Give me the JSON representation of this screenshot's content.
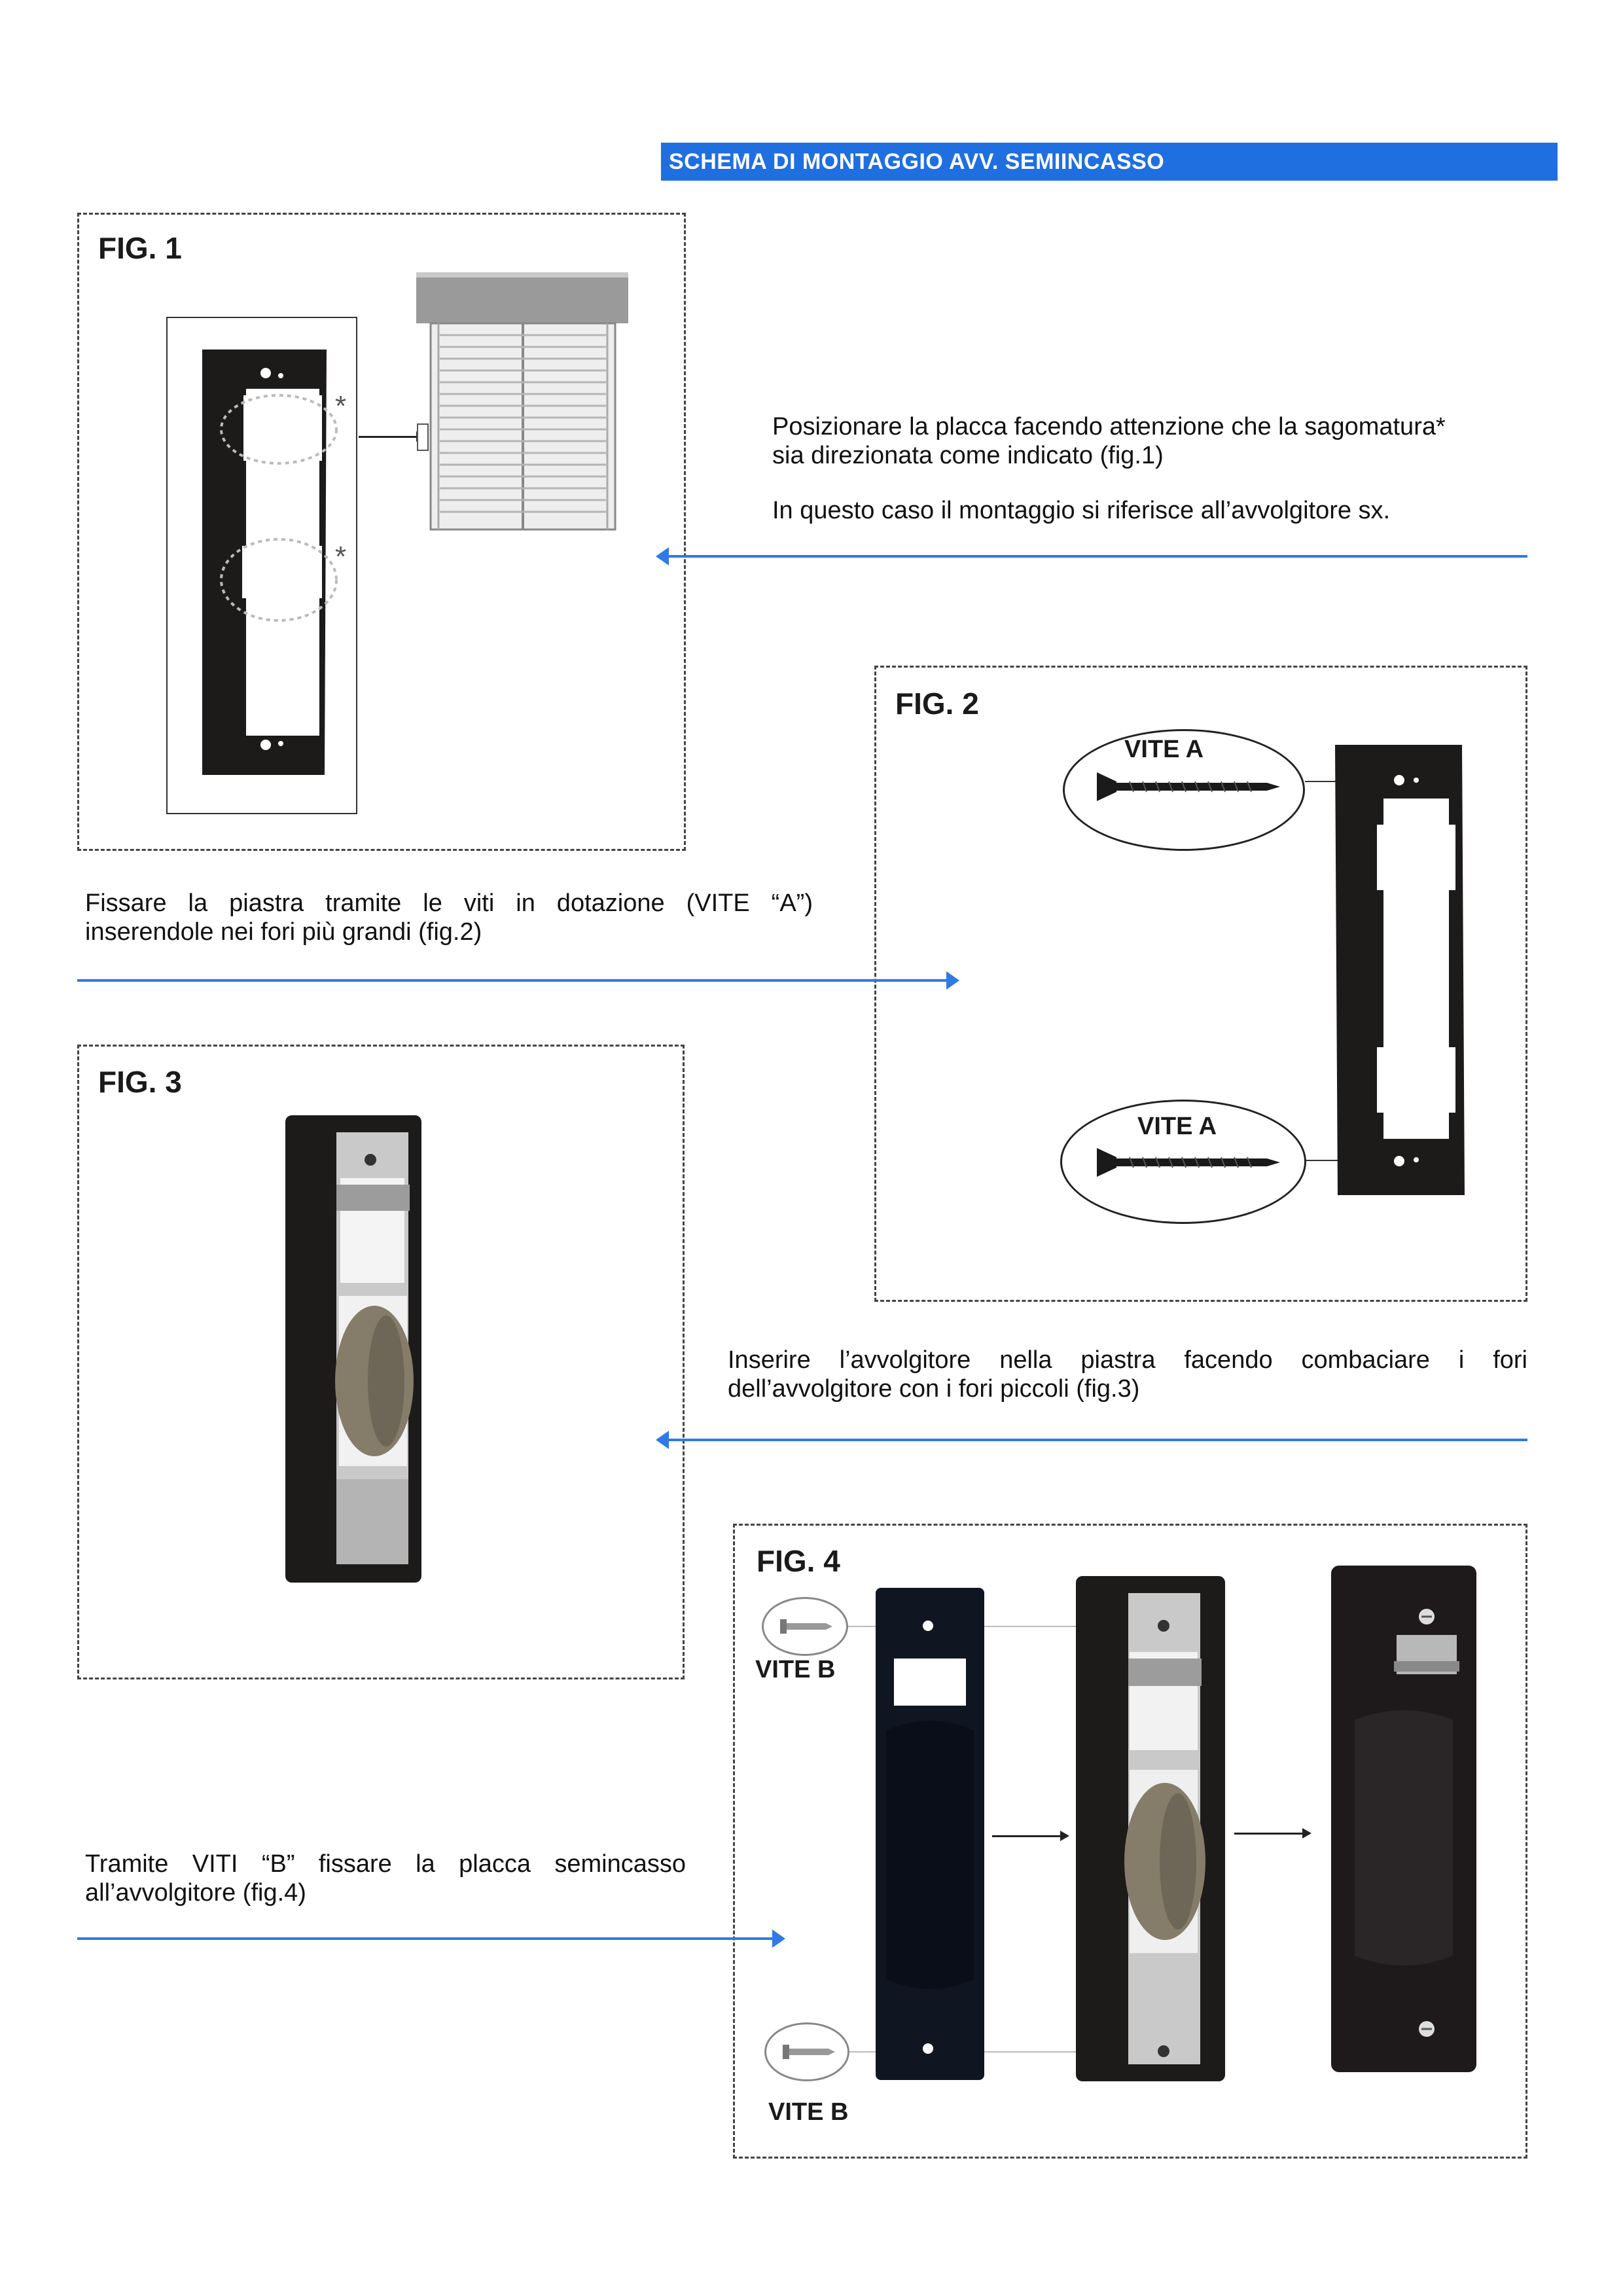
{
  "header": {
    "title": "SCHEMA DI MONTAGGIO AVV. SEMIINCASSO",
    "color": "#1f6fe0"
  },
  "fig1": {
    "label": "FIG. 1",
    "asterisk": "*",
    "text_line1": "Posizionare la placca facendo attenzione che la sagomatura*",
    "text_line2": "sia direzionata come indicato (fig.1)",
    "text_line3": "In questo caso il montaggio si riferisce all’avvolgitore sx."
  },
  "fig2": {
    "label": "FIG. 2",
    "screw_top": "VITE A",
    "screw_bottom": "VITE A",
    "text": "Fissare la piastra tramite le viti in dotazione  (VITE “A”) inserendole nei fori più grandi (fig.2)"
  },
  "fig3": {
    "label": "FIG. 3",
    "text": "Inserire l’avvolgitore nella piastra facendo  combaciare i fori dell’avvolgitore con i fori piccoli (fig.3)"
  },
  "fig4": {
    "label": "FIG. 4",
    "screw_top": "VITE B",
    "screw_bottom": "VITE B",
    "text": "Tramite VITI “B” fissare la placca semincasso all’avvolgitore (fig.4)"
  },
  "colors": {
    "arrow": "#2f7ae5",
    "plate": "#1d1a1a",
    "metal": "#c9c9c9"
  },
  "icons": [
    "screw-icon",
    "window-shutter-icon",
    "arrow-left-icon",
    "arrow-right-icon"
  ]
}
